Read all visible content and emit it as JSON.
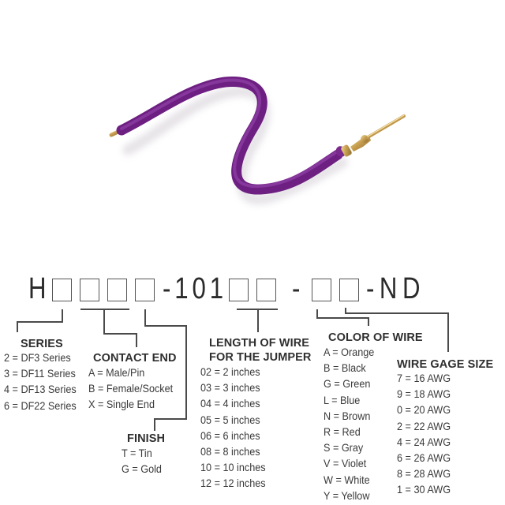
{
  "product_image": {
    "description": "Violet jumper wire with male pin contact",
    "wire_color": "#7a2a8c",
    "contact_color": "#c8a45a"
  },
  "part_number": {
    "prefix": "H",
    "middle": "-101",
    "dash": "-",
    "suffix": "-ND",
    "box_count_group1": 4,
    "box_count_group2": 2,
    "box_count_group3": 2
  },
  "sections": {
    "series": {
      "title": "SERIES",
      "items": [
        "2 = DF3 Series",
        "3 = DF11 Series",
        "4 = DF13 Series",
        "6 = DF22 Series"
      ]
    },
    "contact_end": {
      "title": "CONTACT END",
      "items": [
        "A = Male/Pin",
        "B = Female/Socket",
        "X = Single End"
      ]
    },
    "finish": {
      "title": "FINISH",
      "items": [
        "T = Tin",
        "G = Gold"
      ]
    },
    "length": {
      "title_line1": "LENGTH OF WIRE",
      "title_line2": "FOR THE JUMPER",
      "items": [
        "02 = 2 inches",
        "03 = 3 inches",
        "04 = 4 inches",
        "05 = 5 inches",
        "06 = 6 inches",
        "08 = 8 inches",
        "10 = 10 inches",
        "12 = 12 inches"
      ]
    },
    "color": {
      "title": "COLOR OF WIRE",
      "items": [
        "A = Orange",
        "B = Black",
        "G = Green",
        "L = Blue",
        "N = Brown",
        "R = Red",
        "S = Gray",
        "V = Violet",
        "W = White",
        "Y = Yellow"
      ]
    },
    "gage": {
      "title": "WIRE GAGE SIZE",
      "items": [
        "7 = 16 AWG",
        "9 = 18 AWG",
        "0 = 20 AWG",
        "2 = 22 AWG",
        "4 = 24 AWG",
        "6 = 26 AWG",
        "8 = 28 AWG",
        "1 = 30 AWG"
      ]
    }
  }
}
